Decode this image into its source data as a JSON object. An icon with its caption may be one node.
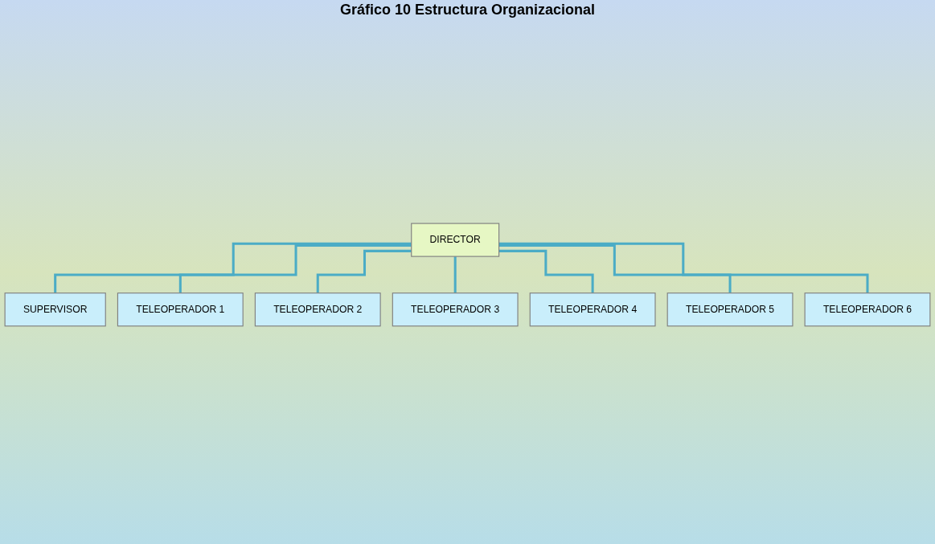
{
  "diagram": {
    "title": "Gráfico 10 Estructura Organizacional",
    "nodes": [
      {
        "text": [
          "DIRECTOR"
        ]
      },
      {
        "text": [
          "SUPERVISOR"
        ]
      },
      {
        "text": [
          "TELEOPERADOR 1"
        ]
      },
      {
        "text": [
          "TELEOPERADOR 2"
        ]
      },
      {
        "text": [
          "TELEOPERADOR 3"
        ]
      },
      {
        "text": [
          "TELEOPERADOR 4"
        ]
      },
      {
        "text": [
          "TELEOPERADOR 5"
        ]
      },
      {
        "text": [
          "TELEOPERADOR 6"
        ]
      }
    ],
    "edges": [
      {
        "from": 0,
        "to": 1,
        "arrow": "none"
      },
      {
        "from": 0,
        "to": 2,
        "arrow": "none"
      },
      {
        "from": 0,
        "to": 3,
        "arrow": "none"
      },
      {
        "from": 0,
        "to": 4,
        "arrow": "none"
      },
      {
        "from": 0,
        "to": 5,
        "arrow": "none"
      },
      {
        "from": 0,
        "to": 6,
        "arrow": "none"
      },
      {
        "from": 0,
        "to": 7,
        "arrow": "none"
      }
    ]
  }
}
